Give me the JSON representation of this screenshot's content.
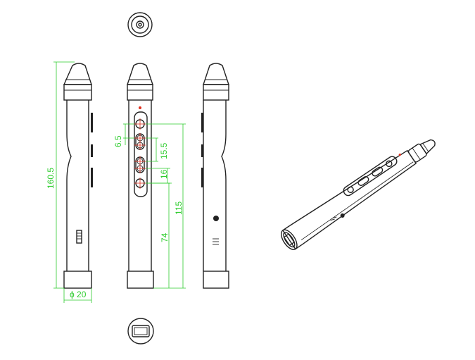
{
  "dimensions": {
    "length": "160.5",
    "diameter": "ϕ 20",
    "button_spacing_1": "6.5",
    "button_spacing_2": "15.5",
    "button_spacing_3": "16",
    "height_115": "115",
    "height_74": "74"
  },
  "colors": {
    "outline": "#222222",
    "dimension": "#2ecc2e",
    "center_mark": "#e0301e"
  }
}
